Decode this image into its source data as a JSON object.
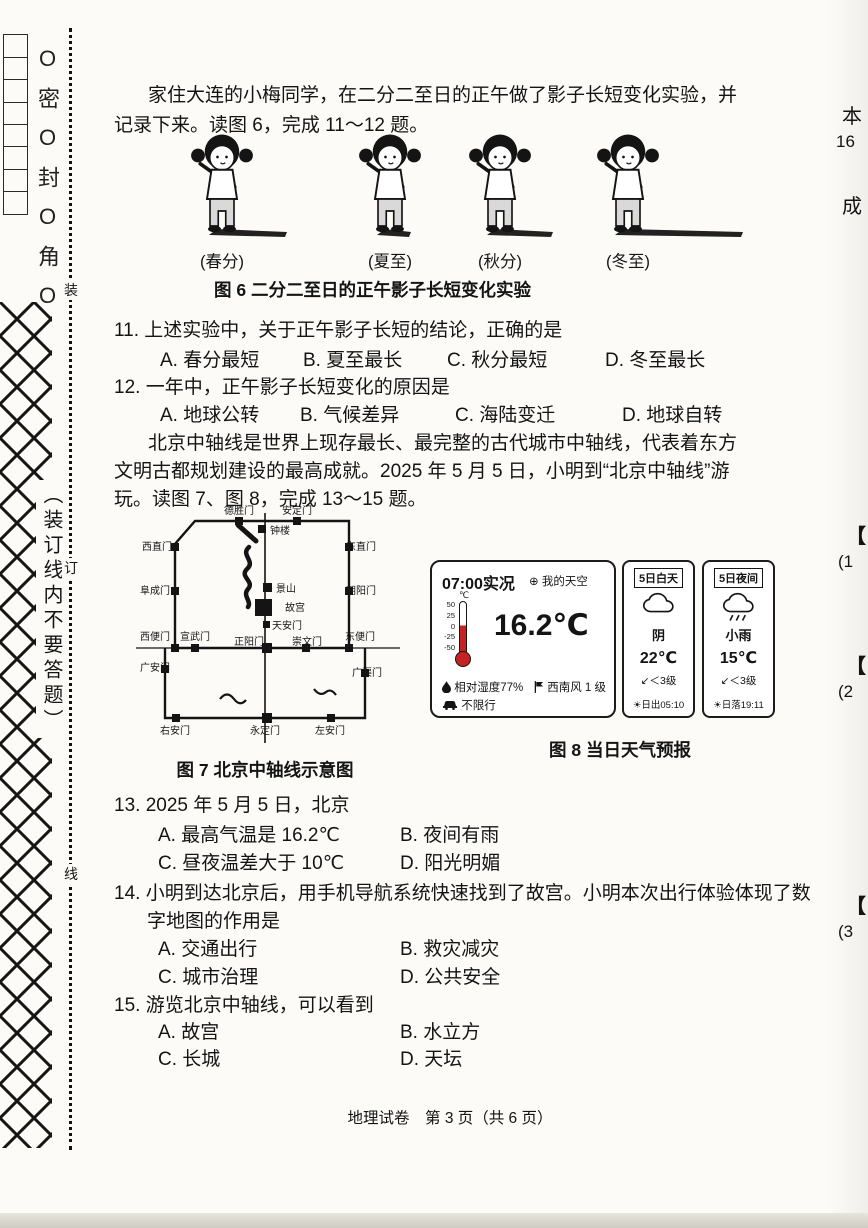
{
  "doc": {
    "footer": "地理试卷　第 3 页（共 6 页）"
  },
  "margin": {
    "seal": "O密O封O角O",
    "binding": "（装订线内不要答题）",
    "c0": "装",
    "c1": "订",
    "c2": "线"
  },
  "edge": {
    "e0": "本",
    "e1": "16",
    "e2": "成",
    "e3": "【",
    "e4": "(1",
    "e5": "【",
    "e6": "(2",
    "e7": "【",
    "e8": "(3"
  },
  "sec1": {
    "l1": "家住大连的小梅同学，在二分二至日的正午做了影子长短变化实验，并",
    "l2": "记录下来。读图 6，完成 11～12 题。"
  },
  "fig6": {
    "labels": [
      "(春分)",
      "(夏至)",
      "(秋分)",
      "(冬至)"
    ],
    "caption": "图 6 二分二至日的正午影子长短变化实验"
  },
  "q11": {
    "stem": "11. 上述实验中，关于正午影子长短的结论，正确的是",
    "a": "A. 春分最短",
    "b": "B. 夏至最长",
    "c": "C. 秋分最短",
    "d": "D. 冬至最长"
  },
  "q12": {
    "stem": "12. 一年中，正午影子长短变化的原因是",
    "a": "A. 地球公转",
    "b": "B. 气候差异",
    "c": "C. 海陆变迁",
    "d": "D. 地球自转"
  },
  "sec2": {
    "l1": "北京中轴线是世界上现存最长、最完整的古代城市中轴线，代表着东方",
    "l2": "文明古都规划建设的最高成就。2025 年 5 月 5 日，小明到“北京中轴线”游",
    "l3": "玩。读图 7、图 8，完成 13～15 题。"
  },
  "fig7": {
    "caption": "图 7 北京中轴线示意图",
    "gates": {
      "deshengmen": "德胜门",
      "andingmen": "安定门",
      "zhonglou": "钟楼",
      "xizhimen": "西直门",
      "dongzhimen": "东直门",
      "fuchengmen": "阜成门",
      "jingshan": "景山",
      "chaoyangmen": "朝阳门",
      "gugong": "故宫",
      "tiananmen": "天安门",
      "xibianmen": "西便门",
      "xuanwumen": "宣武门",
      "zhengyangmen": "正阳门",
      "chongwenmen": "崇文门",
      "dongbianmen": "东便门",
      "guanganmen": "广安门",
      "guangqumen": "广渠门",
      "youanmen": "右安门",
      "yongdingmen": "永定门",
      "zuoanmen": "左安门"
    }
  },
  "fig8": {
    "caption": "图 8 当日天气预报",
    "time_label": "07:00实况",
    "globe_icon": "⊕",
    "sky_label": "我的天空",
    "scale_unit": "℃",
    "scale": [
      "50",
      "25",
      "0",
      "-25",
      "-50"
    ],
    "temp_big": "16.2℃",
    "humidity": "相对湿度77%",
    "wind": "西南风 1 级",
    "restriction": "不限行",
    "wind_arrow": "↙",
    "sun_icon": "☀",
    "day": {
      "title": "5日白天",
      "cond": "阴",
      "temp": "22℃",
      "wind": "＜3级",
      "sun": "日出05:10"
    },
    "night": {
      "title": "5日夜间",
      "cond": "小雨",
      "temp": "15℃",
      "wind": "＜3级",
      "sun": "日落19:11"
    }
  },
  "q13": {
    "stem": "13. 2025 年 5 月 5 日，北京",
    "a": "A. 最高气温是 16.2℃",
    "b": "B. 夜间有雨",
    "c": "C. 昼夜温差大于 10℃",
    "d": "D. 阳光明媚"
  },
  "q14": {
    "l1": "14. 小明到达北京后，用手机导航系统快速找到了故宫。小明本次出行体验体现了数",
    "l2": "字地图的作用是",
    "a": "A. 交通出行",
    "b": "B. 救灾减灾",
    "c": "C. 城市治理",
    "d": "D. 公共安全"
  },
  "q15": {
    "stem": "15. 游览北京中轴线，可以看到",
    "a": "A. 故宫",
    "b": "B. 水立方",
    "c": "C. 长城",
    "d": "D. 天坛"
  }
}
